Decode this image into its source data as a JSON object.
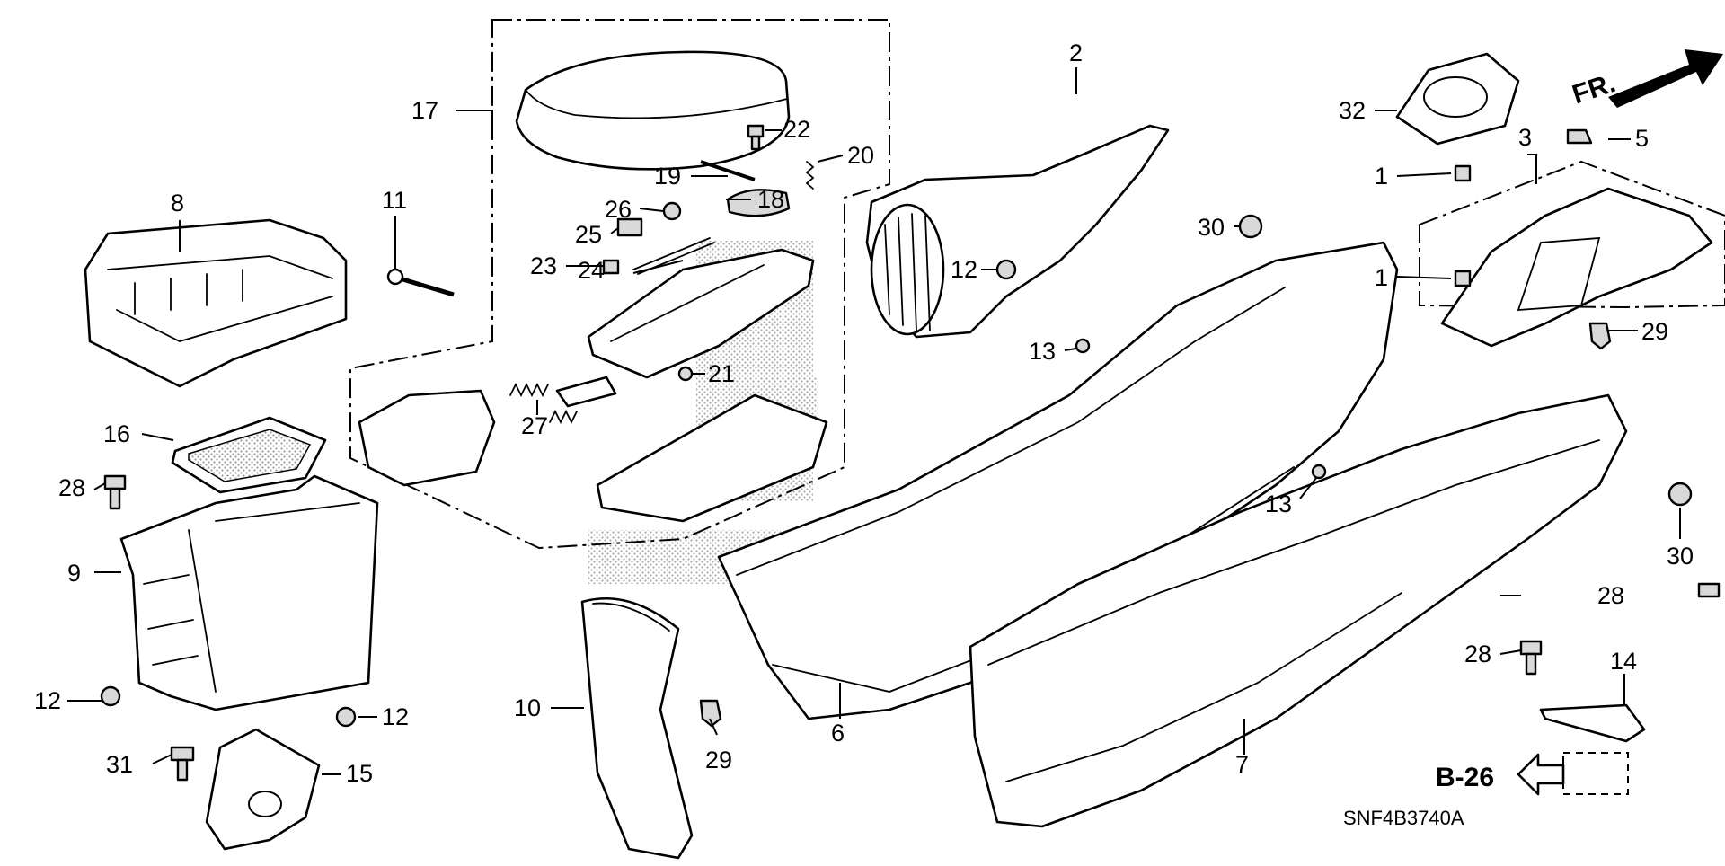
{
  "diagram": {
    "code": "SNF4B3740A",
    "direction_marker": "FR.",
    "reference": "B-26",
    "labels": [
      {
        "id": "1a",
        "text": "1"
      },
      {
        "id": "1b",
        "text": "1"
      },
      {
        "id": "2",
        "text": "2"
      },
      {
        "id": "3",
        "text": "3"
      },
      {
        "id": "5",
        "text": "5"
      },
      {
        "id": "6",
        "text": "6"
      },
      {
        "id": "7",
        "text": "7"
      },
      {
        "id": "8",
        "text": "8"
      },
      {
        "id": "9",
        "text": "9"
      },
      {
        "id": "10",
        "text": "10"
      },
      {
        "id": "11",
        "text": "11"
      },
      {
        "id": "12a",
        "text": "12"
      },
      {
        "id": "12b",
        "text": "12"
      },
      {
        "id": "12c",
        "text": "12"
      },
      {
        "id": "13a",
        "text": "13"
      },
      {
        "id": "13b",
        "text": "13"
      },
      {
        "id": "14",
        "text": "14"
      },
      {
        "id": "15",
        "text": "15"
      },
      {
        "id": "16",
        "text": "16"
      },
      {
        "id": "17",
        "text": "17"
      },
      {
        "id": "18",
        "text": "18"
      },
      {
        "id": "19",
        "text": "19"
      },
      {
        "id": "20",
        "text": "20"
      },
      {
        "id": "21",
        "text": "21"
      },
      {
        "id": "22",
        "text": "22"
      },
      {
        "id": "23",
        "text": "23"
      },
      {
        "id": "24",
        "text": "24"
      },
      {
        "id": "25",
        "text": "25"
      },
      {
        "id": "26",
        "text": "26"
      },
      {
        "id": "27",
        "text": "27"
      },
      {
        "id": "28a",
        "text": "28"
      },
      {
        "id": "28b",
        "text": "28"
      },
      {
        "id": "28c",
        "text": "28"
      },
      {
        "id": "29a",
        "text": "29"
      },
      {
        "id": "29b",
        "text": "29"
      },
      {
        "id": "30a",
        "text": "30"
      },
      {
        "id": "30b",
        "text": "30"
      },
      {
        "id": "31",
        "text": "31"
      },
      {
        "id": "32",
        "text": "32"
      }
    ]
  }
}
